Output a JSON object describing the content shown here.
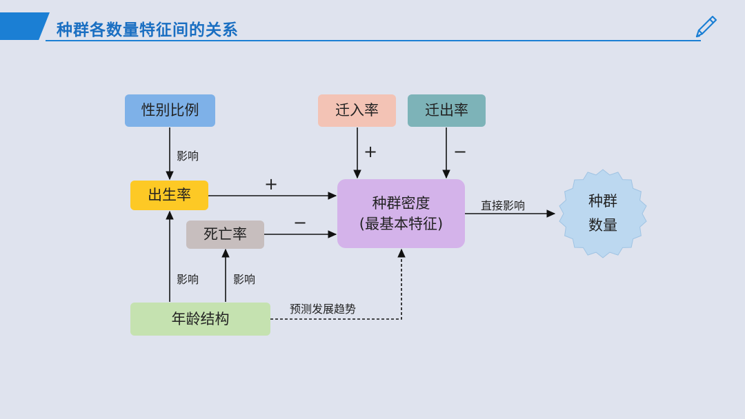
{
  "header": {
    "title": "种群各数量特征间的关系",
    "accent_color": "#1b7fd4",
    "icon": "pen-icon"
  },
  "diagram": {
    "nodes": {
      "sex_ratio": "性别比例",
      "immigration_rate": "迁入率",
      "emigration_rate": "迁出率",
      "birth_rate": "出生率",
      "death_rate": "死亡率",
      "density_line1": "种群密度",
      "density_line2": "(最基本特征)",
      "population_size_line1": "种群",
      "population_size_line2": "数量",
      "age_structure": "年龄结构"
    },
    "edge_labels": {
      "sex_ratio_to_birth": "影响",
      "age_to_birth": "影响",
      "age_to_death": "影响",
      "age_to_density": "预测发展趋势",
      "density_to_size": "直接影响"
    },
    "signs": {
      "birth_to_density": "+",
      "immigration_to_density": "+",
      "emigration_to_density": "−",
      "death_to_density": "−"
    }
  }
}
